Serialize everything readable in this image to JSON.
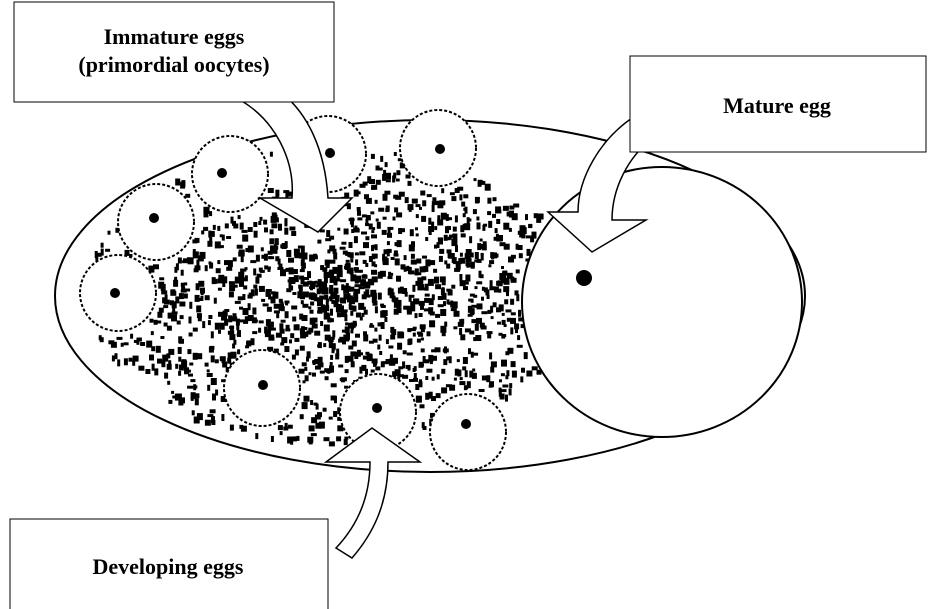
{
  "labels": {
    "immature_line1": "Immature eggs",
    "immature_line2": "(primordial oocytes)",
    "mature": "Mature egg",
    "developing": "Developing eggs"
  },
  "colors": {
    "stroke": "#000000",
    "fill": "#ffffff",
    "speckle": "#000000"
  }
}
